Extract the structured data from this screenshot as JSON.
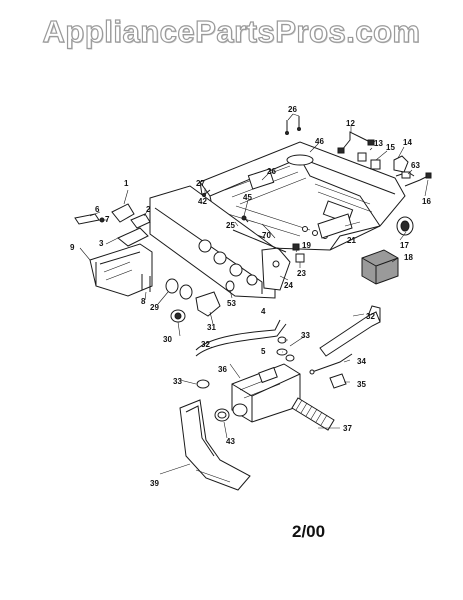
{
  "watermark": "AppliancePartsPros.com",
  "revision": "2/00",
  "callouts": [
    "1",
    "2",
    "3",
    "4",
    "5",
    "6",
    "7",
    "8",
    "9",
    "12",
    "13",
    "14",
    "15",
    "16",
    "17",
    "18",
    "19",
    "21",
    "23",
    "24",
    "25",
    "26",
    "26",
    "27",
    "29",
    "30",
    "31",
    "32",
    "32",
    "33",
    "33",
    "34",
    "35",
    "36",
    "37",
    "39",
    "42",
    "43",
    "45",
    "46",
    "53",
    "63",
    "70"
  ]
}
